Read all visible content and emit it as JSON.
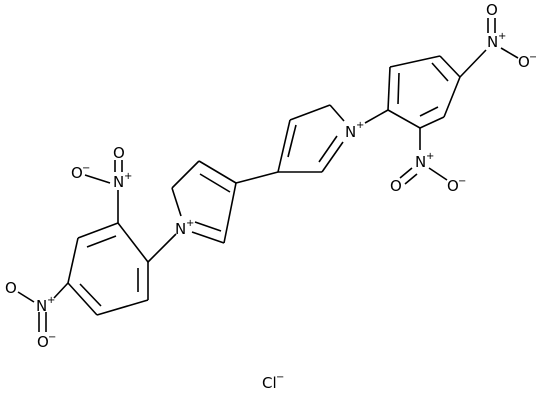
{
  "structure": {
    "atoms": {
      "ring_nitrogen_left": {
        "element": "N",
        "charge": "+"
      },
      "ring_nitrogen_right": {
        "element": "N",
        "charge": "+"
      },
      "nitro_left_ortho_n": {
        "element": "N",
        "charge": "+"
      },
      "nitro_left_ortho_o_top": {
        "element": "O",
        "charge": ""
      },
      "nitro_left_ortho_o_left": {
        "element": "O",
        "charge": "−"
      },
      "nitro_left_para_n": {
        "element": "N",
        "charge": "+"
      },
      "nitro_left_para_o_top": {
        "element": "O",
        "charge": ""
      },
      "nitro_left_para_o_bottom": {
        "element": "O",
        "charge": "−"
      },
      "nitro_right_para_n": {
        "element": "N",
        "charge": "+"
      },
      "nitro_right_para_o_top": {
        "element": "O",
        "charge": ""
      },
      "nitro_right_para_o_bottom": {
        "element": "O",
        "charge": "−"
      },
      "nitro_right_ortho_n": {
        "element": "N",
        "charge": "+"
      },
      "nitro_right_ortho_o_left": {
        "element": "O",
        "charge": ""
      },
      "nitro_right_ortho_o_right": {
        "element": "O",
        "charge": "−"
      }
    },
    "counterion": {
      "element": "Cl",
      "charge": "−"
    }
  }
}
